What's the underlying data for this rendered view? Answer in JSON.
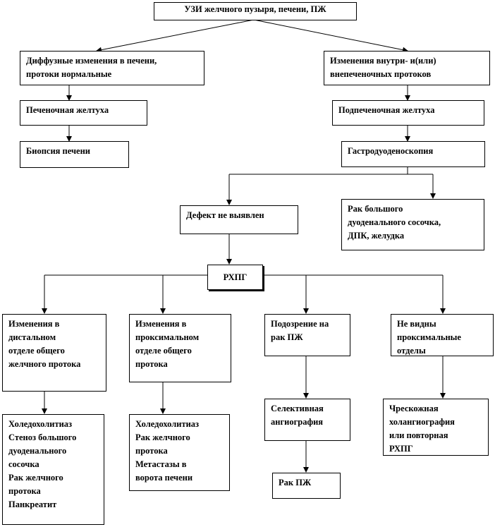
{
  "nodes": {
    "root": "УЗИ желчного пузыря, печени, ПЖ",
    "diffuse": "Диффузные изменения в печени,\nпротоки нормальные",
    "ducts": "Изменения внутри- и(или)\nвнепеченочных протоков",
    "hepatic_jaundice": "Печеночная желтуха",
    "subhepatic_jaundice": "Подпеченочная желтуха",
    "liver_biopsy": "Биопсия печени",
    "gastroscopy": "Гастродуоденоскопия",
    "no_defect": "Дефект не выявлен",
    "papilla_cancer": "Рак большого\nдуоденального сосочка,\nДПК, желудка",
    "ercp": "РХПГ",
    "distal_changes": "Изменения в\nдистальном\nотделе общего\nжелчного протока",
    "proximal_changes": "Изменения в\nпроксимальном\nотделе общего\nпротока",
    "pancreas_suspect": "Подозрение на\nрак ПЖ",
    "proximal_not_seen": "Не видны\nпроксимальные\nотделы",
    "distal_results": "Холедохолитиаз\nСтеноз большого\nдуоденального\nсосочка\nРак желчного\nпротока\nПанкреатит",
    "proximal_results": "Холедохолитиаз\nРак желчного\nпротока\nМетастазы в\nворота печени",
    "selective_angio": "Селективная\nангиография",
    "percutaneous": "Чрескожная\nхолангиография\nили повторная\nРХПГ",
    "pancreas_cancer": "Рак ПЖ"
  },
  "colors": {
    "line": "#000000",
    "box_border": "#000000",
    "background": "#ffffff"
  }
}
